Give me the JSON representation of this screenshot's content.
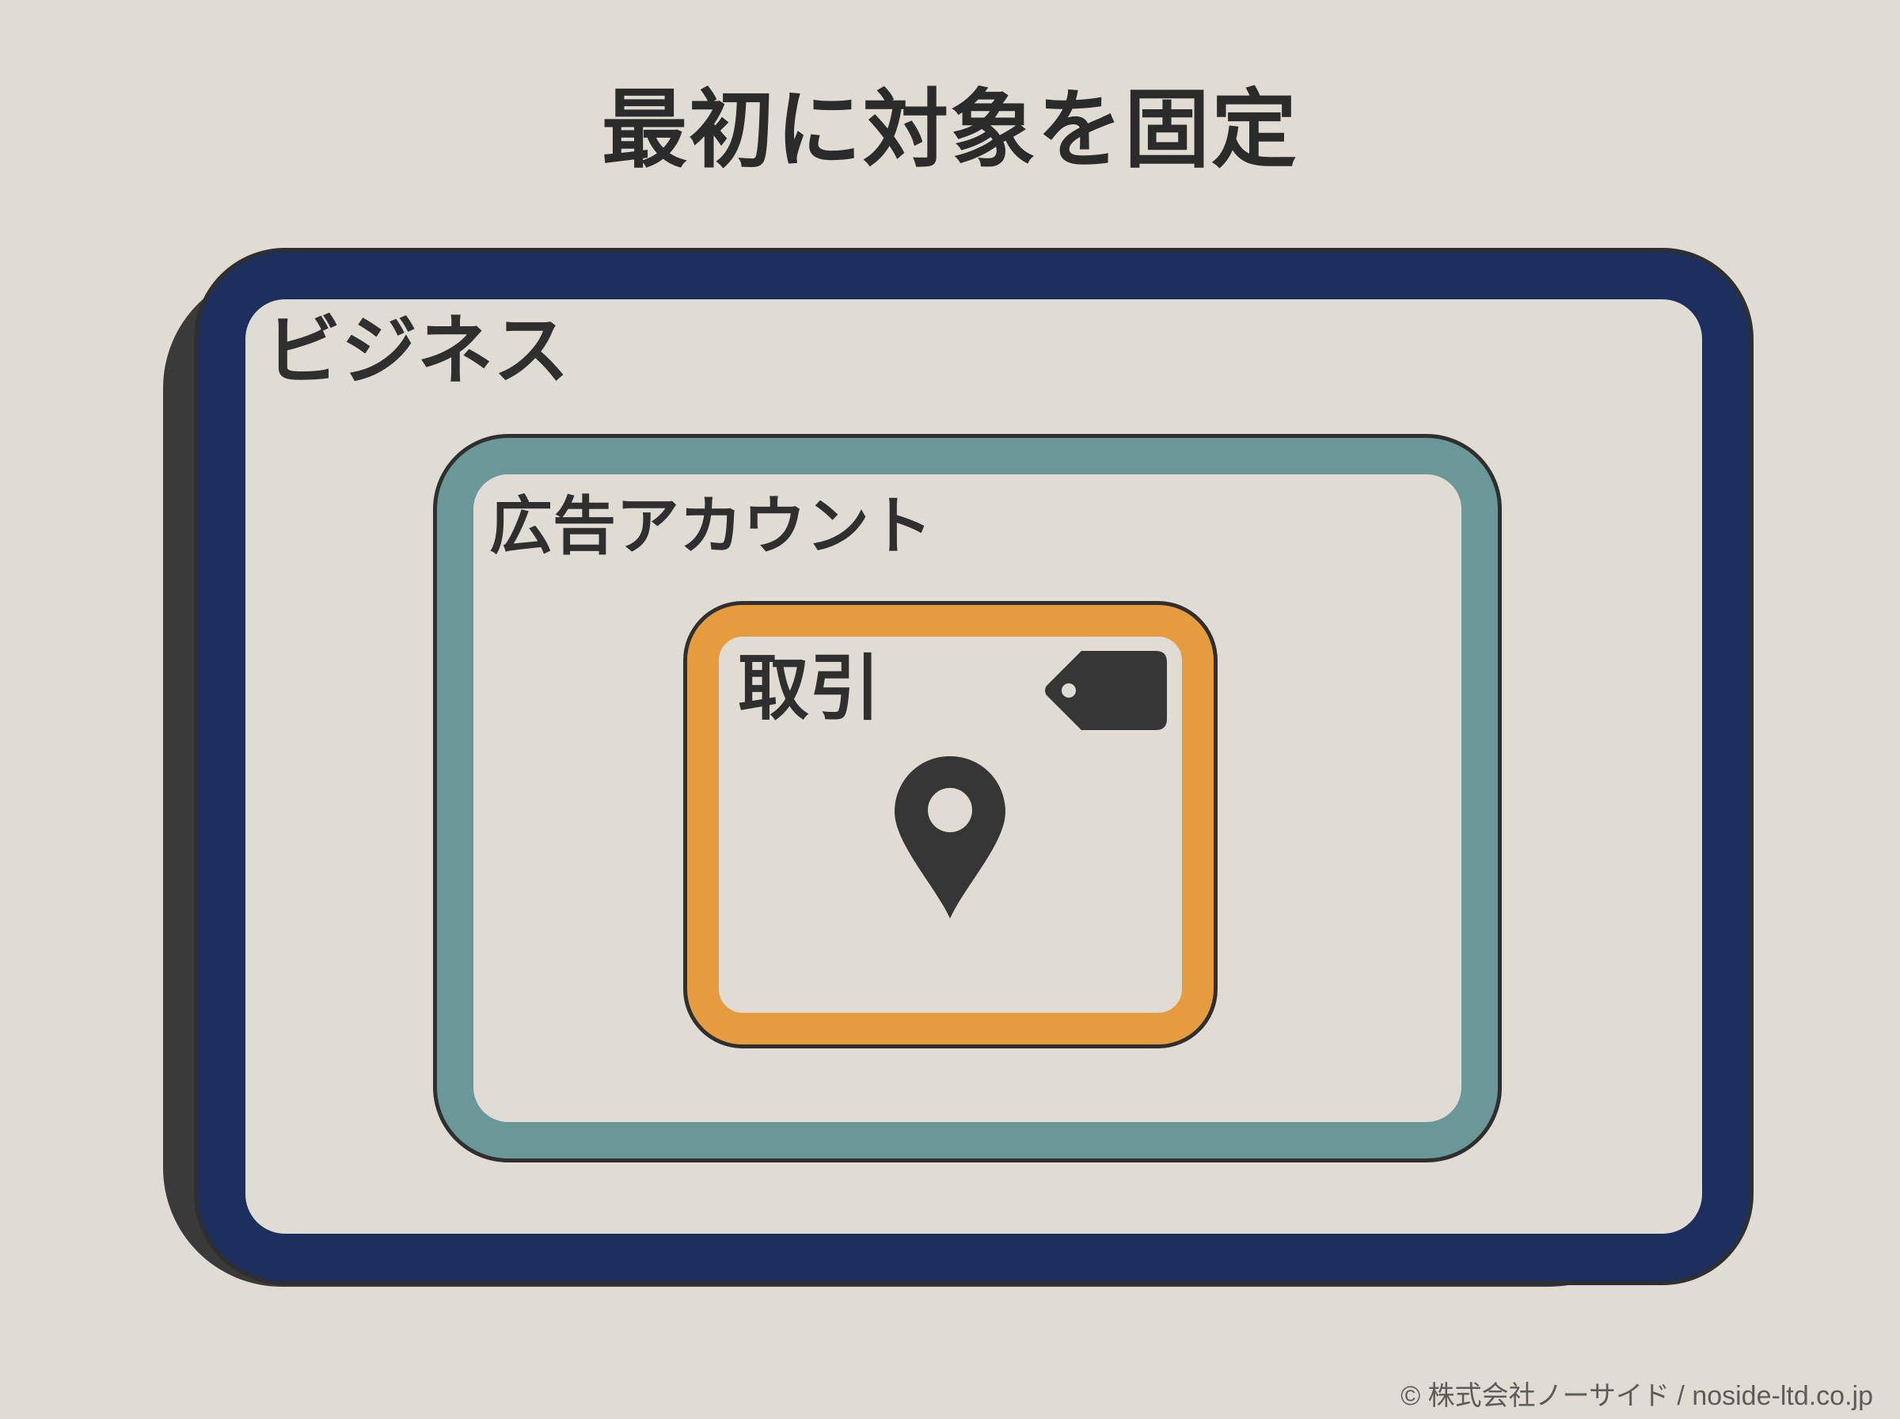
{
  "title": "最初に対象を固定",
  "boxes": {
    "business": {
      "label": "ビジネス",
      "color": "#1c2f5e"
    },
    "ad_account": {
      "label": "広告アカウント",
      "color": "#6a9798"
    },
    "deal": {
      "label": "取引",
      "color": "#e69c3e"
    }
  },
  "icons": {
    "tag": "tag-icon",
    "pin": "location-pin-icon"
  },
  "footer": "© 株式会社ノーサイド / noside-ltd.co.jp"
}
